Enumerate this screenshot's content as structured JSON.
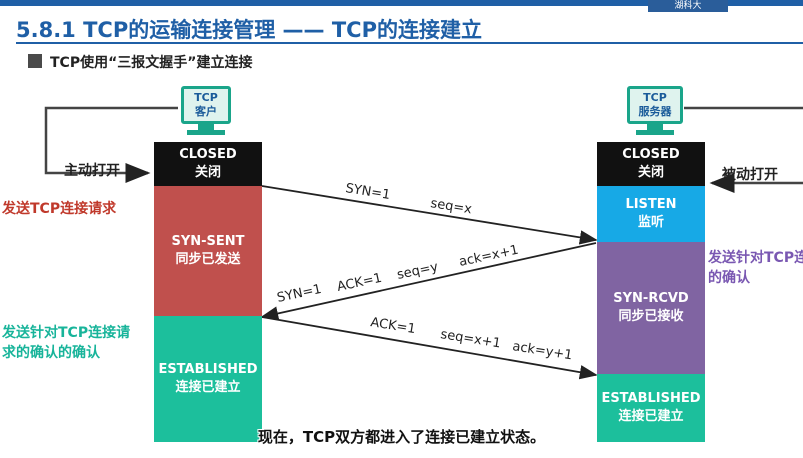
{
  "header": {
    "title": "5.8.1 TCP的运输连接管理 —— TCP的连接建立",
    "subtitle": "TCP使用“三报文握手”建立连接",
    "corner_logo": "湖科大"
  },
  "client": {
    "computer_label_line1": "TCP",
    "computer_label_line2": "客户",
    "open_label": "主动打开",
    "states": [
      {
        "name": "CLOSED",
        "cn": "关闭",
        "color": "#111111"
      },
      {
        "name": "SYN-SENT",
        "cn": "同步已发送",
        "color": "#c0504d"
      },
      {
        "name": "ESTABLISHED",
        "cn": "连接已建立",
        "color": "#1cbf9c"
      }
    ]
  },
  "server": {
    "computer_label_line1": "TCP",
    "computer_label_line2": "服务器",
    "open_label": "被动打开",
    "states": [
      {
        "name": "CLOSED",
        "cn": "关闭",
        "color": "#111111"
      },
      {
        "name": "LISTEN",
        "cn": "监听",
        "color": "#17a9e6"
      },
      {
        "name": "SYN-RCVD",
        "cn": "同步已接收",
        "color": "#8064a2"
      },
      {
        "name": "ESTABLISHED",
        "cn": "连接已建立",
        "color": "#1cbf9c"
      }
    ]
  },
  "annotations": {
    "send_request": "发送TCP连接请求",
    "server_ack_line1": "发送针对TCP连",
    "server_ack_line2": "的确认",
    "client_ack_line1": "发送针对TCP连接请",
    "client_ack_line2": "求的确认的确认"
  },
  "segments": {
    "seg1": {
      "syn": "SYN=1",
      "seq": "seq=x"
    },
    "seg2": {
      "syn": "SYN=1",
      "ack_flag": "ACK=1",
      "seq": "seq=y",
      "ack": "ack=x+1"
    },
    "seg3": {
      "ack_flag": "ACK=1",
      "seq": "seq=x+1",
      "ack": "ack=y+1"
    }
  },
  "caption": "现在，TCP双方都进入了连接已建立状态。"
}
